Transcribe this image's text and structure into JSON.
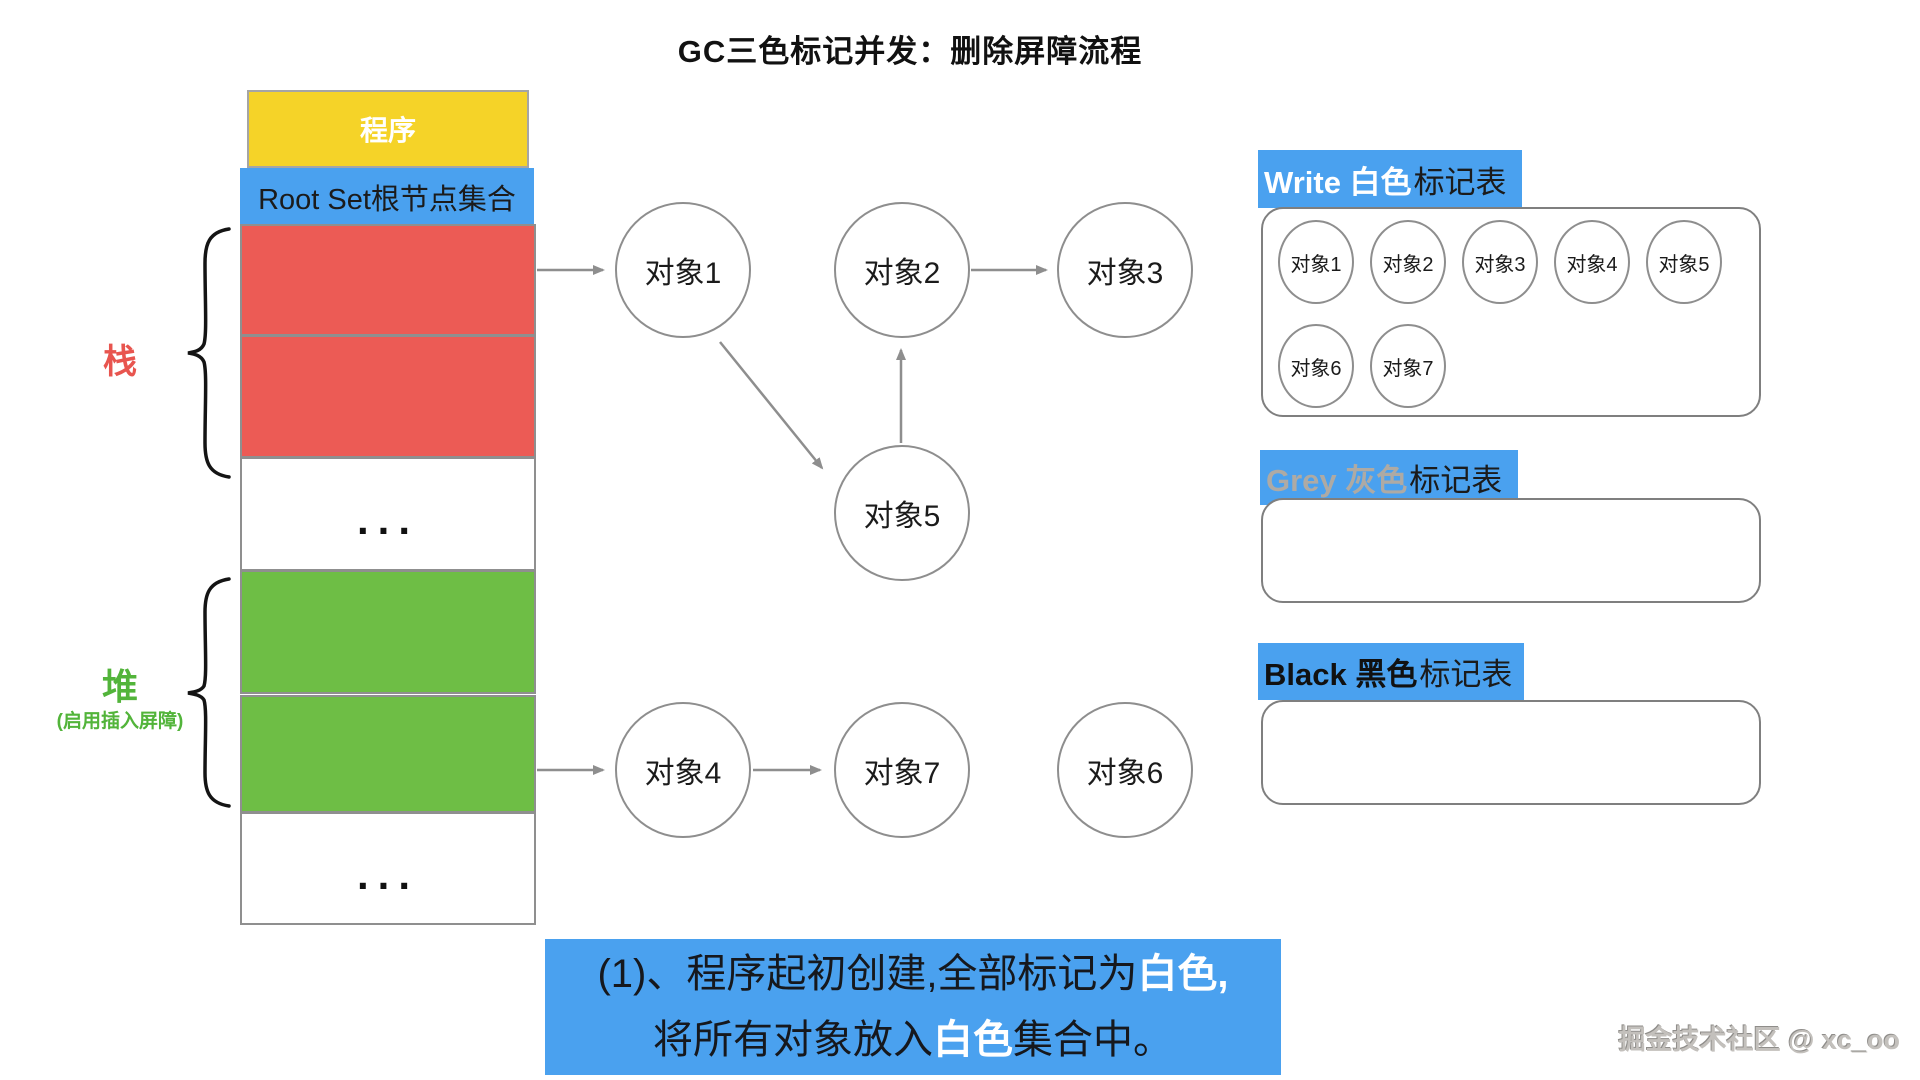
{
  "title": "GC三色标记并发：删除屏障流程",
  "colors": {
    "red": "#ec5b55",
    "green": "#6ebe45",
    "blue": "#4aa1ef",
    "yellow": "#f5d328",
    "border_gray": "#8e8e8e",
    "grey_label_text": "#aeaaa4"
  },
  "memory_column": {
    "program": "程序",
    "root_set": "Root Set根节点集合",
    "stack_label": "栈",
    "heap_label": "堆",
    "heap_sublabel": "(启用插入屏障)",
    "ellipsis": "..."
  },
  "node_labels": [
    "对象1",
    "对象2",
    "对象3",
    "对象4",
    "对象5",
    "对象6",
    "对象7"
  ],
  "tables": {
    "white": {
      "title_colored": "Write 白色",
      "title_black": "标记表",
      "items": [
        "对象1",
        "对象2",
        "对象3",
        "对象4",
        "对象5",
        "对象6",
        "对象7"
      ]
    },
    "grey": {
      "title_colored": "Grey 灰色",
      "title_black": "标记表",
      "items": []
    },
    "black": {
      "title_colored": "Black 黑色",
      "title_black": "标记表",
      "items": []
    }
  },
  "caption": {
    "line1_pre": "(1)、程序起初创建,全部标记为",
    "line1_highlight": "白色,",
    "line2_pre": "将所有对象放入",
    "line2_highlight": "白色",
    "line2_post": "集合中。"
  },
  "watermark": "掘金技术社区 @ xc_oo"
}
